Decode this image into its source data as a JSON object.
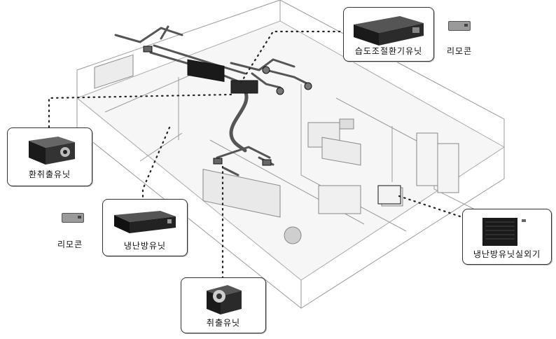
{
  "diagram": {
    "units": {
      "erv": {
        "label": "습도조절환기유닛",
        "icon": "erv-unit-icon"
      },
      "exhaust_fan": {
        "label": "환취출유닛",
        "icon": "exhaust-fan-icon"
      },
      "indoor_unit": {
        "label": "냉난방유닛",
        "icon": "indoor-ac-unit-icon"
      },
      "supply_unit": {
        "label": "취출유닛",
        "icon": "supply-outlet-icon"
      },
      "outdoor_unit": {
        "label": "냉난방유닛실외기",
        "icon": "outdoor-condenser-icon"
      }
    },
    "remotes": {
      "top": {
        "label": "리모콘",
        "icon": "remote-control-icon"
      },
      "left": {
        "label": "리모콘",
        "icon": "remote-control-icon"
      }
    },
    "colors": {
      "line": "#333333",
      "leader": "#222222",
      "duct": "#555555",
      "unit_dark": "#1a1a1a",
      "floor": "#f2f2f2"
    }
  }
}
